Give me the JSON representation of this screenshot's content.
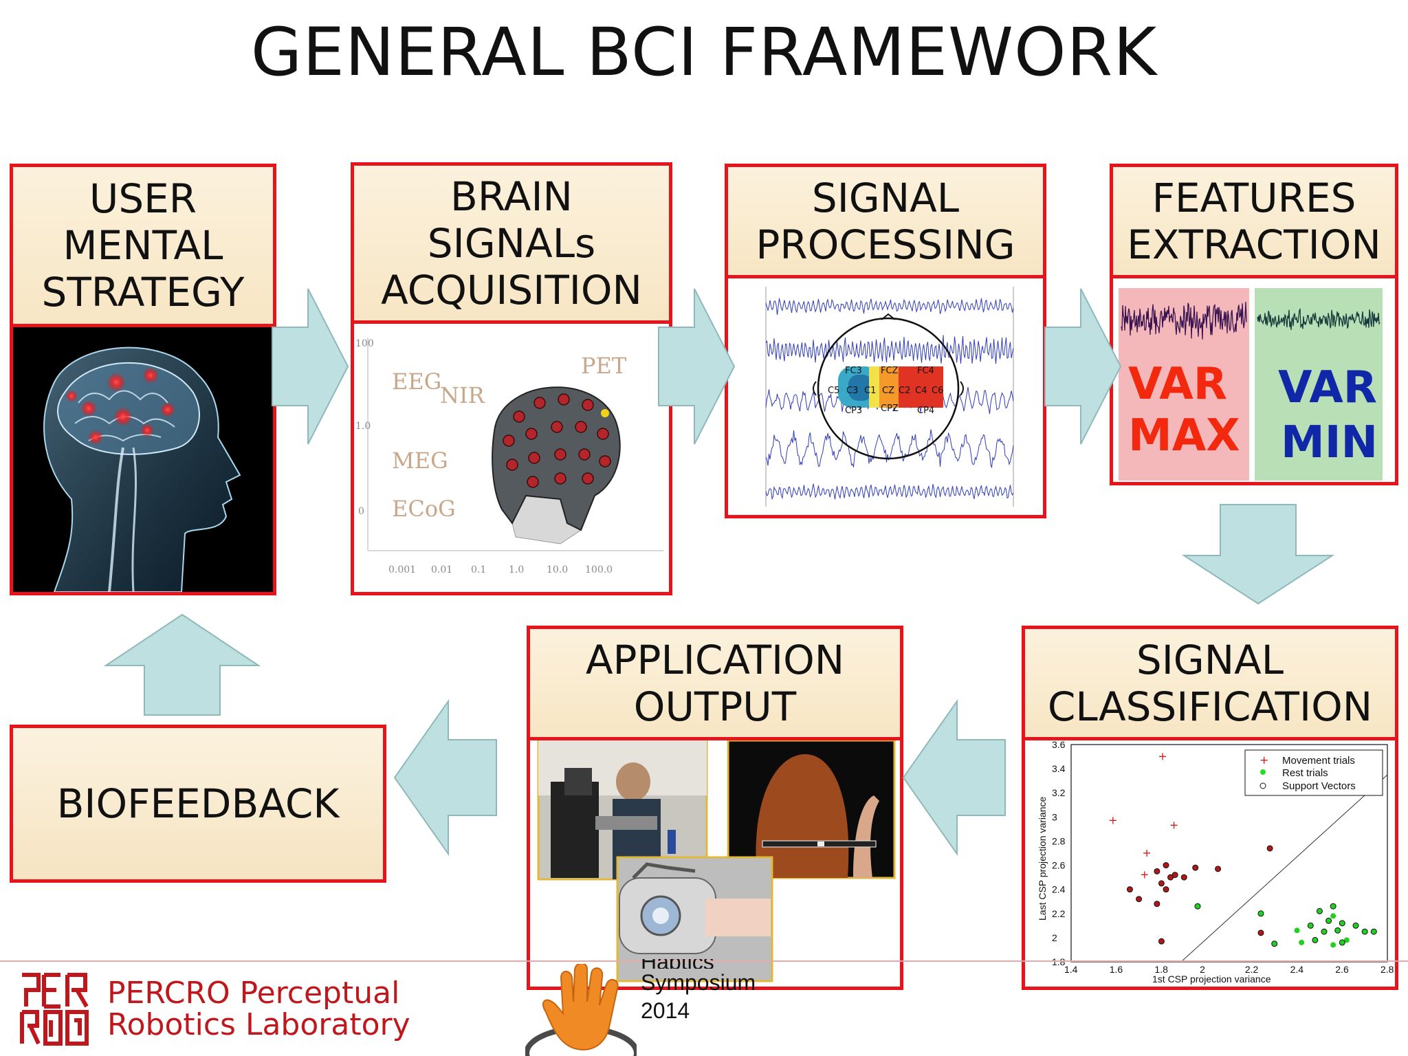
{
  "title": "GENERAL BCI FRAMEWORK",
  "boxes": {
    "user": [
      "USER",
      "MENTAL",
      "STRATEGY"
    ],
    "brain": [
      "BRAIN",
      "SIGNALs",
      "ACQUISITION"
    ],
    "signal_processing": [
      "SIGNAL",
      "PROCESSING"
    ],
    "features": [
      "FEATURES",
      "EXTRACTION"
    ],
    "application": [
      "APPLICATION",
      "OUTPUT"
    ],
    "classification": [
      "SIGNAL",
      "CLASSIFICATION"
    ],
    "biofeedback": [
      "BIOFEEDBACK"
    ]
  },
  "acquisition": {
    "modalities": [
      "EEG",
      "NIR",
      "PET",
      "MEG",
      "ECoG"
    ],
    "y_ticks": [
      "100",
      "1.0",
      "0"
    ],
    "x_ticks": [
      "0.001",
      "0.01",
      "0.1",
      "1.0",
      "10.0",
      "100.0"
    ]
  },
  "processing": {
    "electrodes": [
      "FC3",
      "FCZ",
      "FC4",
      "C5",
      "C3",
      "C1",
      "CZ",
      "C2",
      "C4",
      "C6",
      "CP3",
      "CPZ",
      "CP4"
    ]
  },
  "features": {
    "left": [
      "VAR",
      "MAX"
    ],
    "right": [
      "VAR",
      "MIN"
    ],
    "left_color": "#f2290f",
    "right_color": "#1027a8"
  },
  "classification": {
    "xlabel": "1st CSP projection variance",
    "ylabel": "Last CSP projection variance",
    "legend": [
      "Movement trials",
      "Rest trials",
      "Support Vectors"
    ],
    "x_ticks": [
      "1.4",
      "1.6",
      "1.8",
      "2",
      "2.2",
      "2.4",
      "2.6",
      "2.8"
    ],
    "y_ticks": [
      "1.8",
      "2",
      "2.2",
      "2.4",
      "2.6",
      "2.8",
      "3",
      "3.2",
      "3.4",
      "3.6"
    ]
  },
  "footer": {
    "lab_name": [
      "PERCRO Perceptual",
      "Robotics Laboratory"
    ],
    "haptics": [
      "Haptics",
      "Symposium",
      "2014"
    ]
  },
  "colors": {
    "border": "#e8141b",
    "header_bg": "#f8ead0",
    "arrow_fill": "#bfe0e0",
    "arrow_stroke": "#8fb8bb"
  }
}
